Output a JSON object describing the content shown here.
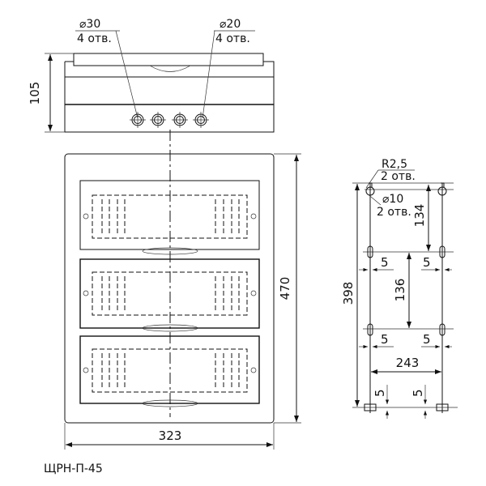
{
  "title": "ЩРН-П-45",
  "top_view": {
    "height_dim": "105",
    "hole_large": {
      "diameter": "⌀30",
      "count": "4 отв."
    },
    "hole_small": {
      "diameter": "⌀20",
      "count": "4 отв."
    }
  },
  "front_view": {
    "height_dim": "470",
    "width_dim": "323"
  },
  "mount_view": {
    "keyhole": {
      "radius": "R2,5",
      "count_r": "2 отв.",
      "diameter": "⌀10",
      "count_d": "2 отв."
    },
    "total_height": "398",
    "top_to_slot": "134",
    "slot_to_slot": "136",
    "width": "243",
    "slot_width_1": "5",
    "slot_width_2": "5",
    "slot_width_3": "5",
    "slot_width_4": "5",
    "tab_1": "5",
    "tab_2": "5"
  }
}
